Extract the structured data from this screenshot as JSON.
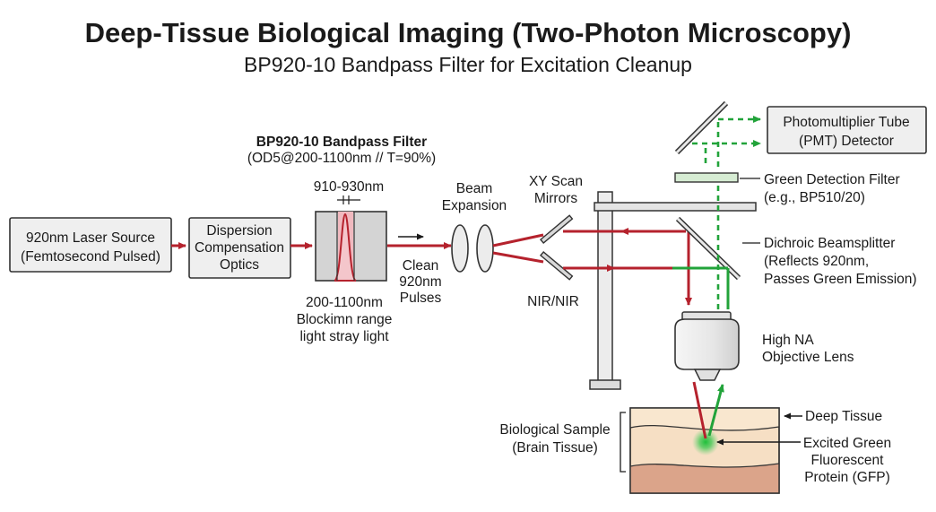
{
  "title": "Deep-Tissue Biological Imaging (Two-Photon Microscopy)",
  "subtitle": "BP920-10 Bandpass Filter for Excitation Cleanup",
  "laser_source": {
    "line1": "920nm Laser Source",
    "line2": "(Femtosecond Pulsed)"
  },
  "dispersion": {
    "line1": "Dispersion",
    "line2": "Compensation",
    "line3": "Optics"
  },
  "filter": {
    "heading": "BP920-10 Bandpass Filter",
    "spec": "(OD5@200-1100nm // T=90%)",
    "passband": "910-930nm",
    "blocking_line1": "200-1100nm",
    "blocking_line2": "Blockimn range",
    "blocking_line3": "light stray light"
  },
  "clean_pulses": {
    "line1": "Clean",
    "line2": "920nm",
    "line3": "Pulses"
  },
  "beam_expansion": {
    "line1": "Beam",
    "line2": "Expansion"
  },
  "scan_mirrors": {
    "line1": "XY Scan",
    "line2": "Mirrors",
    "coating": "NIR/NIR"
  },
  "pmt": {
    "line1": "Photomultiplier Tube",
    "line2": "(PMT) Detector"
  },
  "green_filter": {
    "line1": "Green Detection Filter",
    "line2": "(e.g., BP510/20)"
  },
  "dichroic": {
    "line1": "Dichroic Beamsplitter",
    "line2": "(Reflects 920nm,",
    "line3": "Passes Green Emission)"
  },
  "objective": {
    "line1": "High NA",
    "line2": "Objective Lens"
  },
  "sample": {
    "line1": "Biological Sample",
    "line2": "(Brain Tissue)"
  },
  "deep_tissue": "Deep Tissue",
  "gfp": {
    "line1": "Excited Green",
    "line2": "Fluorescent",
    "line3": "Protein (GFP)"
  },
  "colors": {
    "excitation": "#b5222d",
    "emission": "#22a33a",
    "filter_glass": "#d4d4d4",
    "passband_fill": "#f0b9bf"
  }
}
